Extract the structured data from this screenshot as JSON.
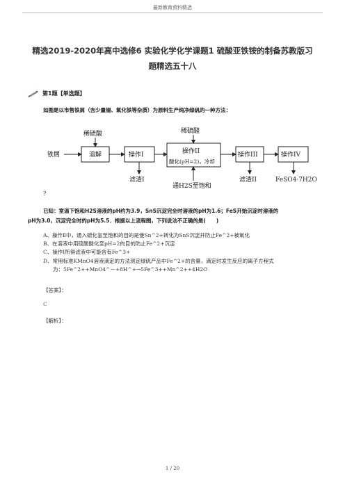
{
  "header": {
    "text": "最新教育资料精选"
  },
  "document": {
    "title_line1": "精选2019-2020年高中选修6 实验化学化学课题1 硫酸亚铁铵的制备苏教版习",
    "title_line2": "题精选五十八"
  },
  "section": {
    "label": "第1题【单选题】",
    "icon": "pen-icon"
  },
  "question": {
    "intro": "如图是以市售铁屑（含少量锡、氧化铁等杂质）为原料生产纯净绿矾的一种方法：",
    "flow": {
      "raw": "铁屑",
      "reagent1": "稀硫酸",
      "dissolve": "溶解",
      "op1": "操作I",
      "filtrate1": "滤渣I",
      "reagent2": "稀硫酸",
      "op2_line1": "操作II",
      "op2_line2": "酸化(pH=2)，冷却",
      "h2s": "通H2S至饱和",
      "op3": "操作III",
      "filtrate2": "滤渣II",
      "op4": "操作IV",
      "product": "FeSO4·7H2O"
    },
    "placeholder": "?",
    "known_line1": "已知：室温下饱和H2S溶液的pH约为3.9，SnS沉淀完全时溶液的pH为1.6；FeS开始沉淀时溶液的",
    "known_line2": "pH为3.0，沉淀完全时的pH为5.5．根据以上流程图，下列说法不正确的是(　　)",
    "options": [
      "A、操作Ⅱ中，通入硫化氢至饱和的目的是使Sn^2+转化为SnS沉淀并防止Fe^2+被氧化",
      "B、在溶液中用硫酸酸化至pH=2的目的防止Fe^2+沉淀",
      "C、操作Ⅰ所得滤液中可能含有Fe^3+",
      "D、常用标准KMnO4溶液滴定的方法测定绿矾产品中Fe^2+的含量，滴定时发生反应的离子方程式",
      "为：5Fe^2++MnO4^－+8H^+→5Fe^3++Mn^2++4H2O"
    ],
    "answer_label": "【答案】：",
    "answer": "C",
    "explanation_label": "【解析】："
  },
  "footer": {
    "page": "1 / 20"
  }
}
